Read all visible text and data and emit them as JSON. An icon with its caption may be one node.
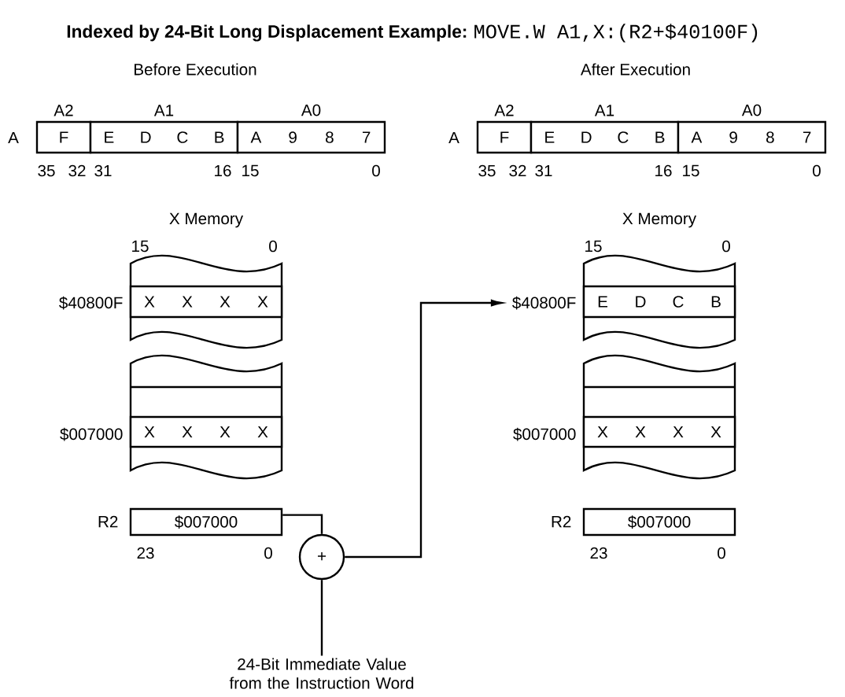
{
  "diagram": {
    "title": "Indexed by 24-Bit Long Displacement Example:",
    "nodes": [
      {
        "text": [
          "A2",
          "F"
        ],
        "beside": [
          "35",
          "32"
        ]
      },
      {
        "text": [
          "A1",
          "E",
          "D",
          "C",
          "B"
        ],
        "beside": [
          "31",
          "16"
        ]
      },
      {
        "text": [
          "A0",
          "A",
          "9",
          "8",
          "7"
        ],
        "beside": [
          "15",
          "0"
        ]
      },
      {
        "text": [
          "X",
          "X",
          "X",
          "X"
        ],
        "beside": [
          "$40800F"
        ]
      },
      {
        "text": [
          "X",
          "X",
          "X",
          "X"
        ],
        "beside": [
          "$007000"
        ]
      },
      {
        "text": [
          "$007000"
        ],
        "beside": [
          "R2",
          "23",
          "0"
        ]
      },
      {
        "text": [
          "+"
        ]
      },
      {
        "text": [
          "24-Bit Immediate Value from the Instruction Word"
        ]
      },
      {
        "text": [
          "A2",
          "F"
        ],
        "beside": [
          "35",
          "32"
        ]
      },
      {
        "text": [
          "A1",
          "E",
          "D",
          "C",
          "B"
        ],
        "beside": [
          "31",
          "16"
        ]
      },
      {
        "text": [
          "A0",
          "A",
          "9",
          "8",
          "7"
        ],
        "beside": [
          "15",
          "0"
        ]
      },
      {
        "text": [
          "E",
          "D",
          "C",
          "B"
        ],
        "beside": [
          "$40800F"
        ]
      },
      {
        "text": [
          "X",
          "X",
          "X",
          "X"
        ],
        "beside": [
          "$007000"
        ]
      },
      {
        "text": [
          "$007000"
        ],
        "beside": [
          "R2",
          "23",
          "0"
        ]
      }
    ],
    "edges": [
      {
        "from": 5,
        "to": 6,
        "arrow": "none"
      },
      {
        "from": 7,
        "to": 6,
        "arrow": "none"
      },
      {
        "from": 6,
        "to": 11,
        "arrow": "to"
      }
    ],
    "labels": [
      "MOVE.W A1,X:(R2+$40100F)",
      "Before Execution",
      "After Execution",
      "A",
      "A",
      "X Memory",
      "X Memory",
      "15",
      "0",
      "15",
      "0"
    ]
  }
}
